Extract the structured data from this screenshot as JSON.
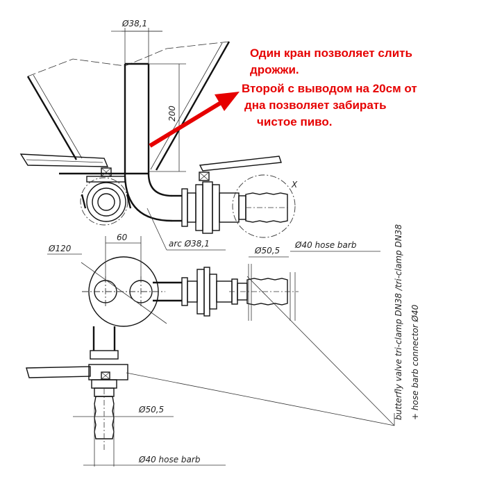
{
  "annotations": {
    "top_width": "Ø38,1",
    "height": "200",
    "arc": "arc  Ø38,1",
    "circle_dia": "Ø120",
    "spacing": "60",
    "valve_dia_right": "Ø50,5",
    "barb_right": "Ø40 hose barb",
    "valve_dia_bottom": "Ø50,5",
    "barb_bottom": "Ø40 hose barb",
    "detail_mark": "X",
    "side_label_1": "butterfly valve tri-clamp DN38 /tri-clamp DN38",
    "side_label_2": "+ hose barb connector Ø40"
  },
  "callout": {
    "lines": [
      "Один кран позволяет слить",
      "дрожжи.",
      "Второй с выводом на 20см от",
      "дна позволяет забирать",
      "чистое пиво."
    ],
    "color": "#e60000"
  }
}
